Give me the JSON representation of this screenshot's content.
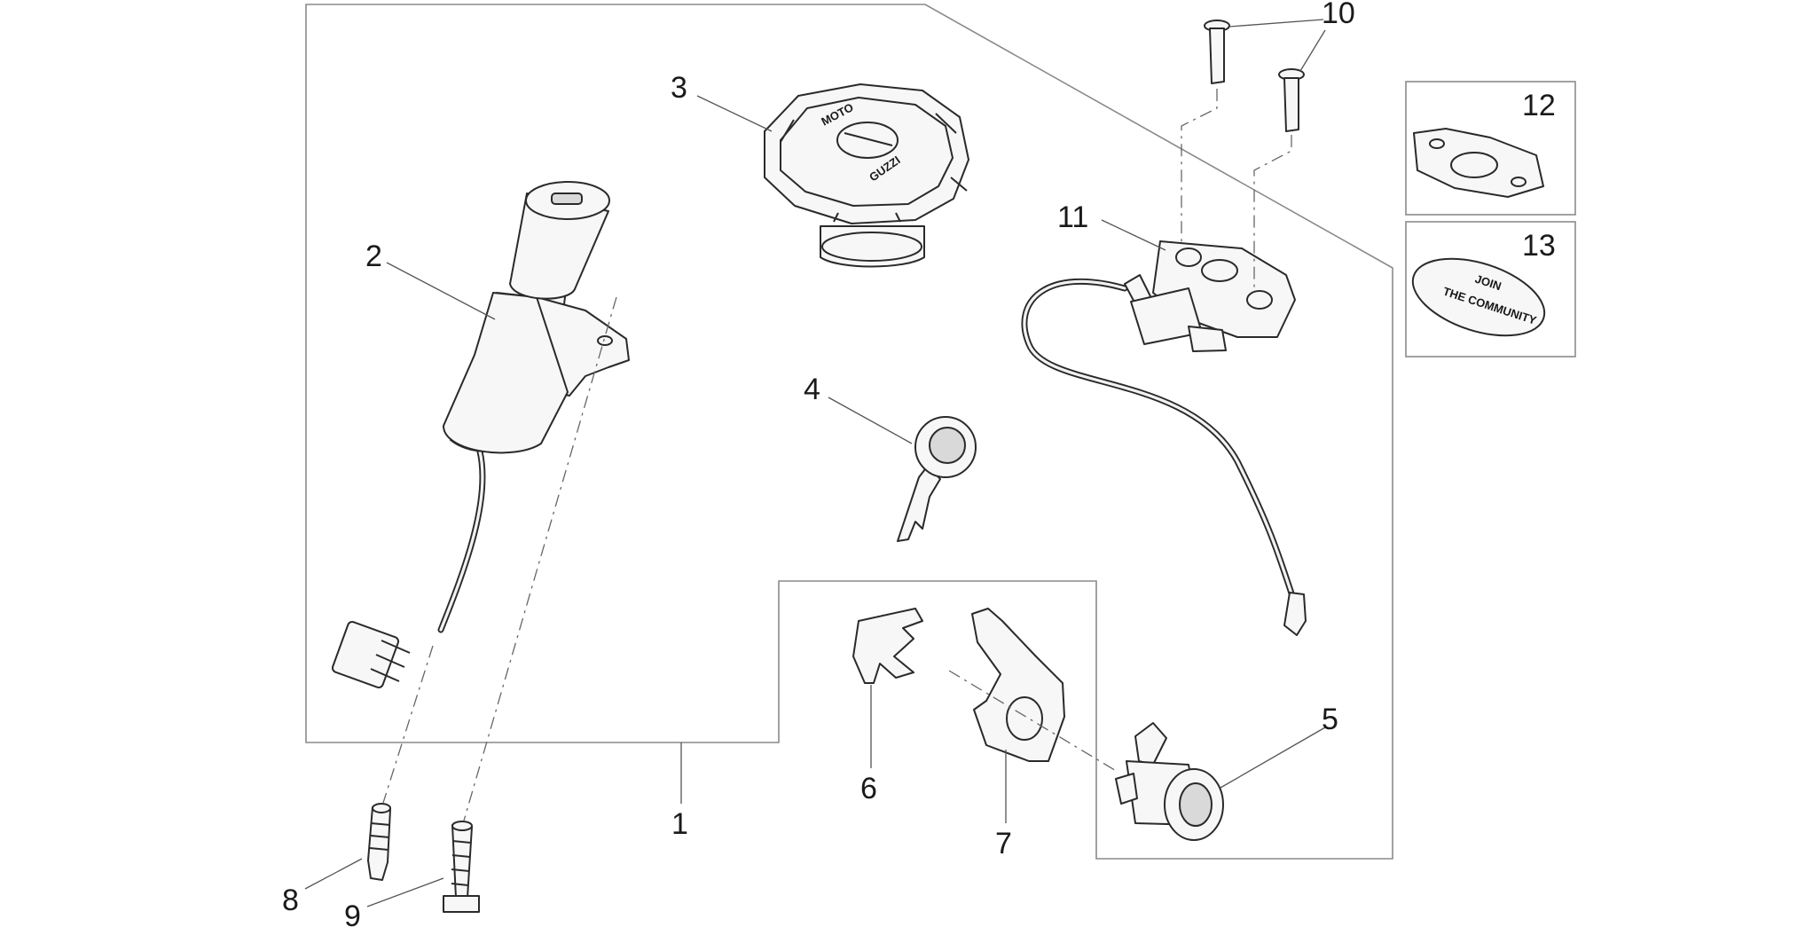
{
  "callouts": {
    "c1": "1",
    "c2": "2",
    "c3": "3",
    "c4": "4",
    "c5": "5",
    "c6": "6",
    "c7": "7",
    "c8": "8",
    "c9": "9",
    "c10": "10",
    "c11": "11",
    "c12": "12",
    "c13": "13"
  },
  "cap_text": {
    "moto": "MOTO",
    "guzzi": "GUZZI"
  },
  "badge_text": {
    "line1": "JOIN",
    "line2": "THE COMMUNITY"
  },
  "colors": {
    "line": "#2a2a2a",
    "frame": "#8a8a8a",
    "background": "#ffffff"
  }
}
